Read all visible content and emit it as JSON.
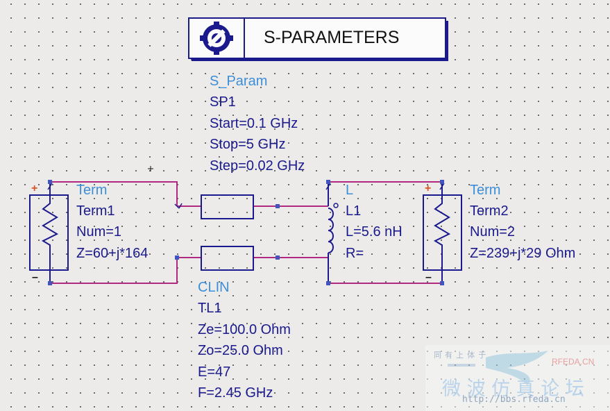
{
  "sparam_block": {
    "title": "S-PARAMETERS",
    "type": "S_Param",
    "name": "SP1",
    "start": "Start=0.1 GHz",
    "stop": "Stop=5 GHz",
    "step": "Step=0.02 GHz"
  },
  "term1": {
    "type": "Term",
    "name": "Term1",
    "num": "Num=1",
    "z": "Z=60+j*164"
  },
  "term2": {
    "type": "Term",
    "name": "Term2",
    "num": "Num=2",
    "z": "Z=239+j*29 Ohm"
  },
  "inductor": {
    "type": "L",
    "name": "L1",
    "l": "L=5.6 nH",
    "r": "R="
  },
  "clin": {
    "type": "CLIN",
    "name": "TL1",
    "ze": "Ze=100.0 Ohm",
    "zo": "Zo=25.0 Ohm",
    "e": "E=47",
    "f": "F=2.45 GHz"
  },
  "pin_labels": {
    "plus": "+",
    "minus": "–"
  },
  "watermark": {
    "small": "同 有 上 体 于",
    "brand": "RFEDA.CN",
    "chinese": "微 波 仿 真 论 坛",
    "url": "http://bbs.rfeda.cn"
  },
  "colors": {
    "wire": "#b0287f",
    "component": "#1a1a8c",
    "text": "#1a1a8c",
    "type_text": "#3d8ed8",
    "pin_plus": "#d4572a",
    "background": "#ecebe9"
  }
}
